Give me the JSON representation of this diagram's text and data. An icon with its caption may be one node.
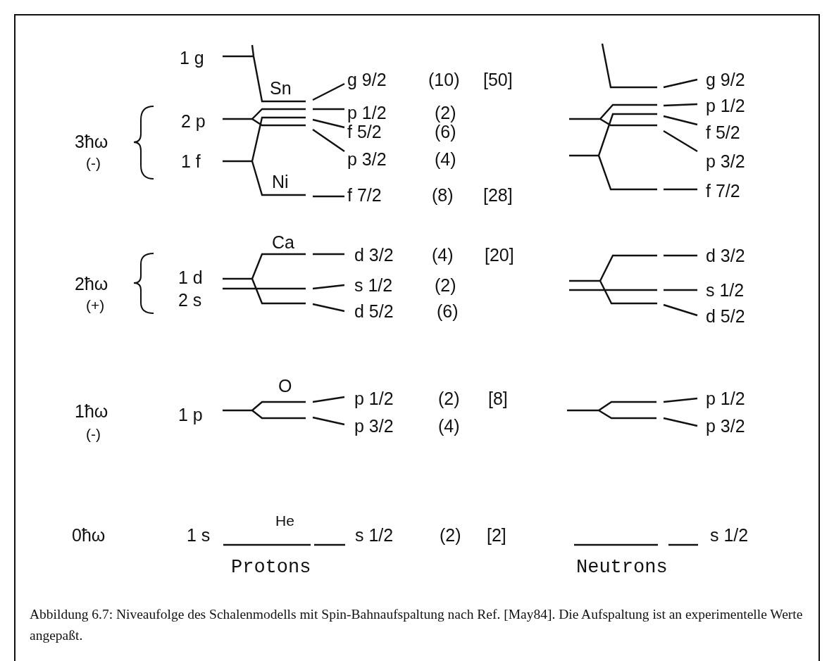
{
  "diagram": {
    "caption": "Abbildung 6.7: Niveaufolge des Schalenmodells mit Spin-Bahnaufspaltung nach Ref. [May84]. Die Aufspaltung ist an experimentelle Werte angepaßt.",
    "labels": [
      "1 g",
      "Sn",
      "g 9/2",
      "(10)",
      "[50]",
      "g 9/2",
      "2 p",
      "p 1/2",
      "(2)",
      "p 1/2",
      "f 5/2",
      "(6)",
      "f 5/2",
      "3ħω",
      "(-)",
      "1 f",
      "p 3/2",
      "(4)",
      "p 3/2",
      "Ni",
      "f 7/2",
      "(8)",
      "[28]",
      "f 7/2",
      "Ca",
      "d 3/2",
      "(4)",
      "[20]",
      "d 3/2",
      "1 d",
      "2ħω",
      "s 1/2",
      "(2)",
      "s 1/2",
      "2 s",
      "(+)",
      "d 5/2",
      "(6)",
      "d 5/2",
      "O",
      "p 1/2",
      "(2)",
      "[8]",
      "p 1/2",
      "1ħω",
      "1 p",
      "p 3/2",
      "(4)",
      "p 3/2",
      "(-)",
      "0ħω",
      "1 s",
      "He",
      "s 1/2",
      "(2)",
      "[2]",
      "s 1/2",
      "Protons",
      "Neutrons"
    ]
  }
}
